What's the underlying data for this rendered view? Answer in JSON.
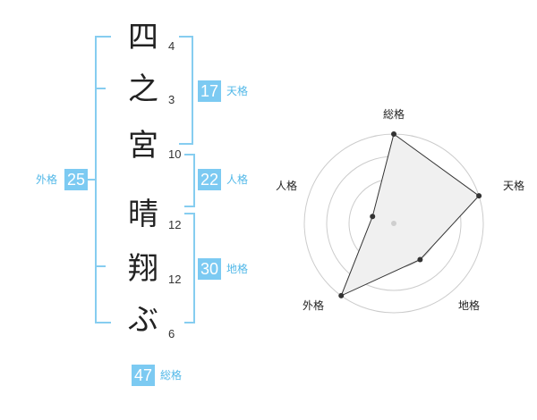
{
  "name": {
    "chars": [
      {
        "char": "四",
        "strokes": "4"
      },
      {
        "char": "之",
        "strokes": "3"
      },
      {
        "char": "宮",
        "strokes": "10"
      },
      {
        "char": "晴",
        "strokes": "12"
      },
      {
        "char": "翔",
        "strokes": "12"
      },
      {
        "char": "ぶ",
        "strokes": "6"
      }
    ]
  },
  "fortunes": {
    "tenkaku": {
      "value": "17",
      "label": "天格"
    },
    "jinkaku": {
      "value": "22",
      "label": "人格"
    },
    "chikaku": {
      "value": "30",
      "label": "地格"
    },
    "gaikaku": {
      "value": "25",
      "label": "外格"
    },
    "soukaku": {
      "value": "47",
      "label": "総格"
    }
  },
  "chart_data": {
    "type": "radar",
    "axes": [
      "総格",
      "天格",
      "地格",
      "外格",
      "人格"
    ],
    "values": [
      4,
      4,
      2,
      4,
      1
    ],
    "max": 4,
    "rings": 4,
    "grid": true,
    "fill_color": "#f0f0f0",
    "line_color": "#333333",
    "ring_color": "#cccccc"
  },
  "colors": {
    "accent": "#7ccaf2",
    "accent_text": "#52b8e8"
  }
}
